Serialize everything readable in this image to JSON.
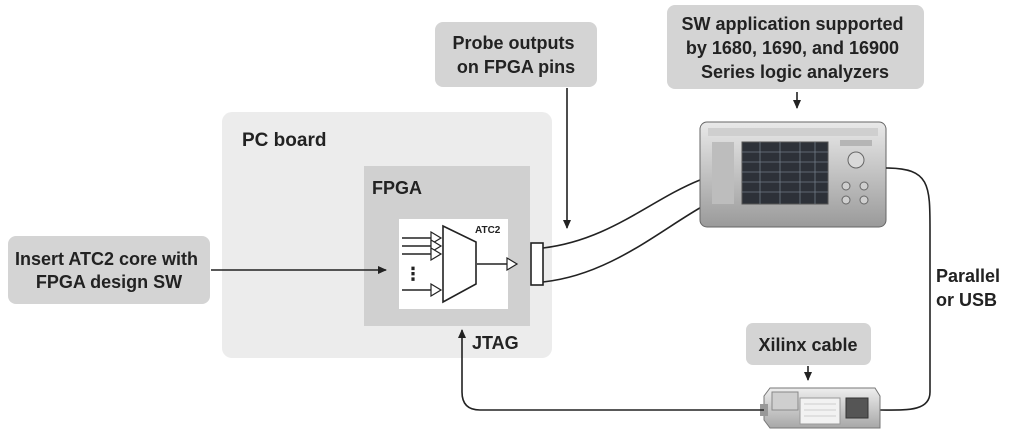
{
  "callouts": {
    "probe_outputs": [
      "Probe outputs",
      "on FPGA pins"
    ],
    "sw_application": [
      "SW application supported",
      "by 1680, 1690, and 16900",
      "Series logic analyzers"
    ],
    "insert_core": [
      "Insert ATC2 core with",
      "FPGA design SW"
    ],
    "xilinx_cable": "Xilinx cable"
  },
  "labels": {
    "pc_board": "PC board",
    "fpga": "FPGA",
    "atc2": "ATC2",
    "jtag": "JTAG",
    "parallel_usb": [
      "Parallel",
      "or USB"
    ],
    "ellipsis": "⋮"
  },
  "colors": {
    "callout_fill": "#d4d4d4",
    "board_fill": "#ececec",
    "fpga_fill": "#d0d0d0",
    "text": "#222222",
    "line": "#222222"
  }
}
